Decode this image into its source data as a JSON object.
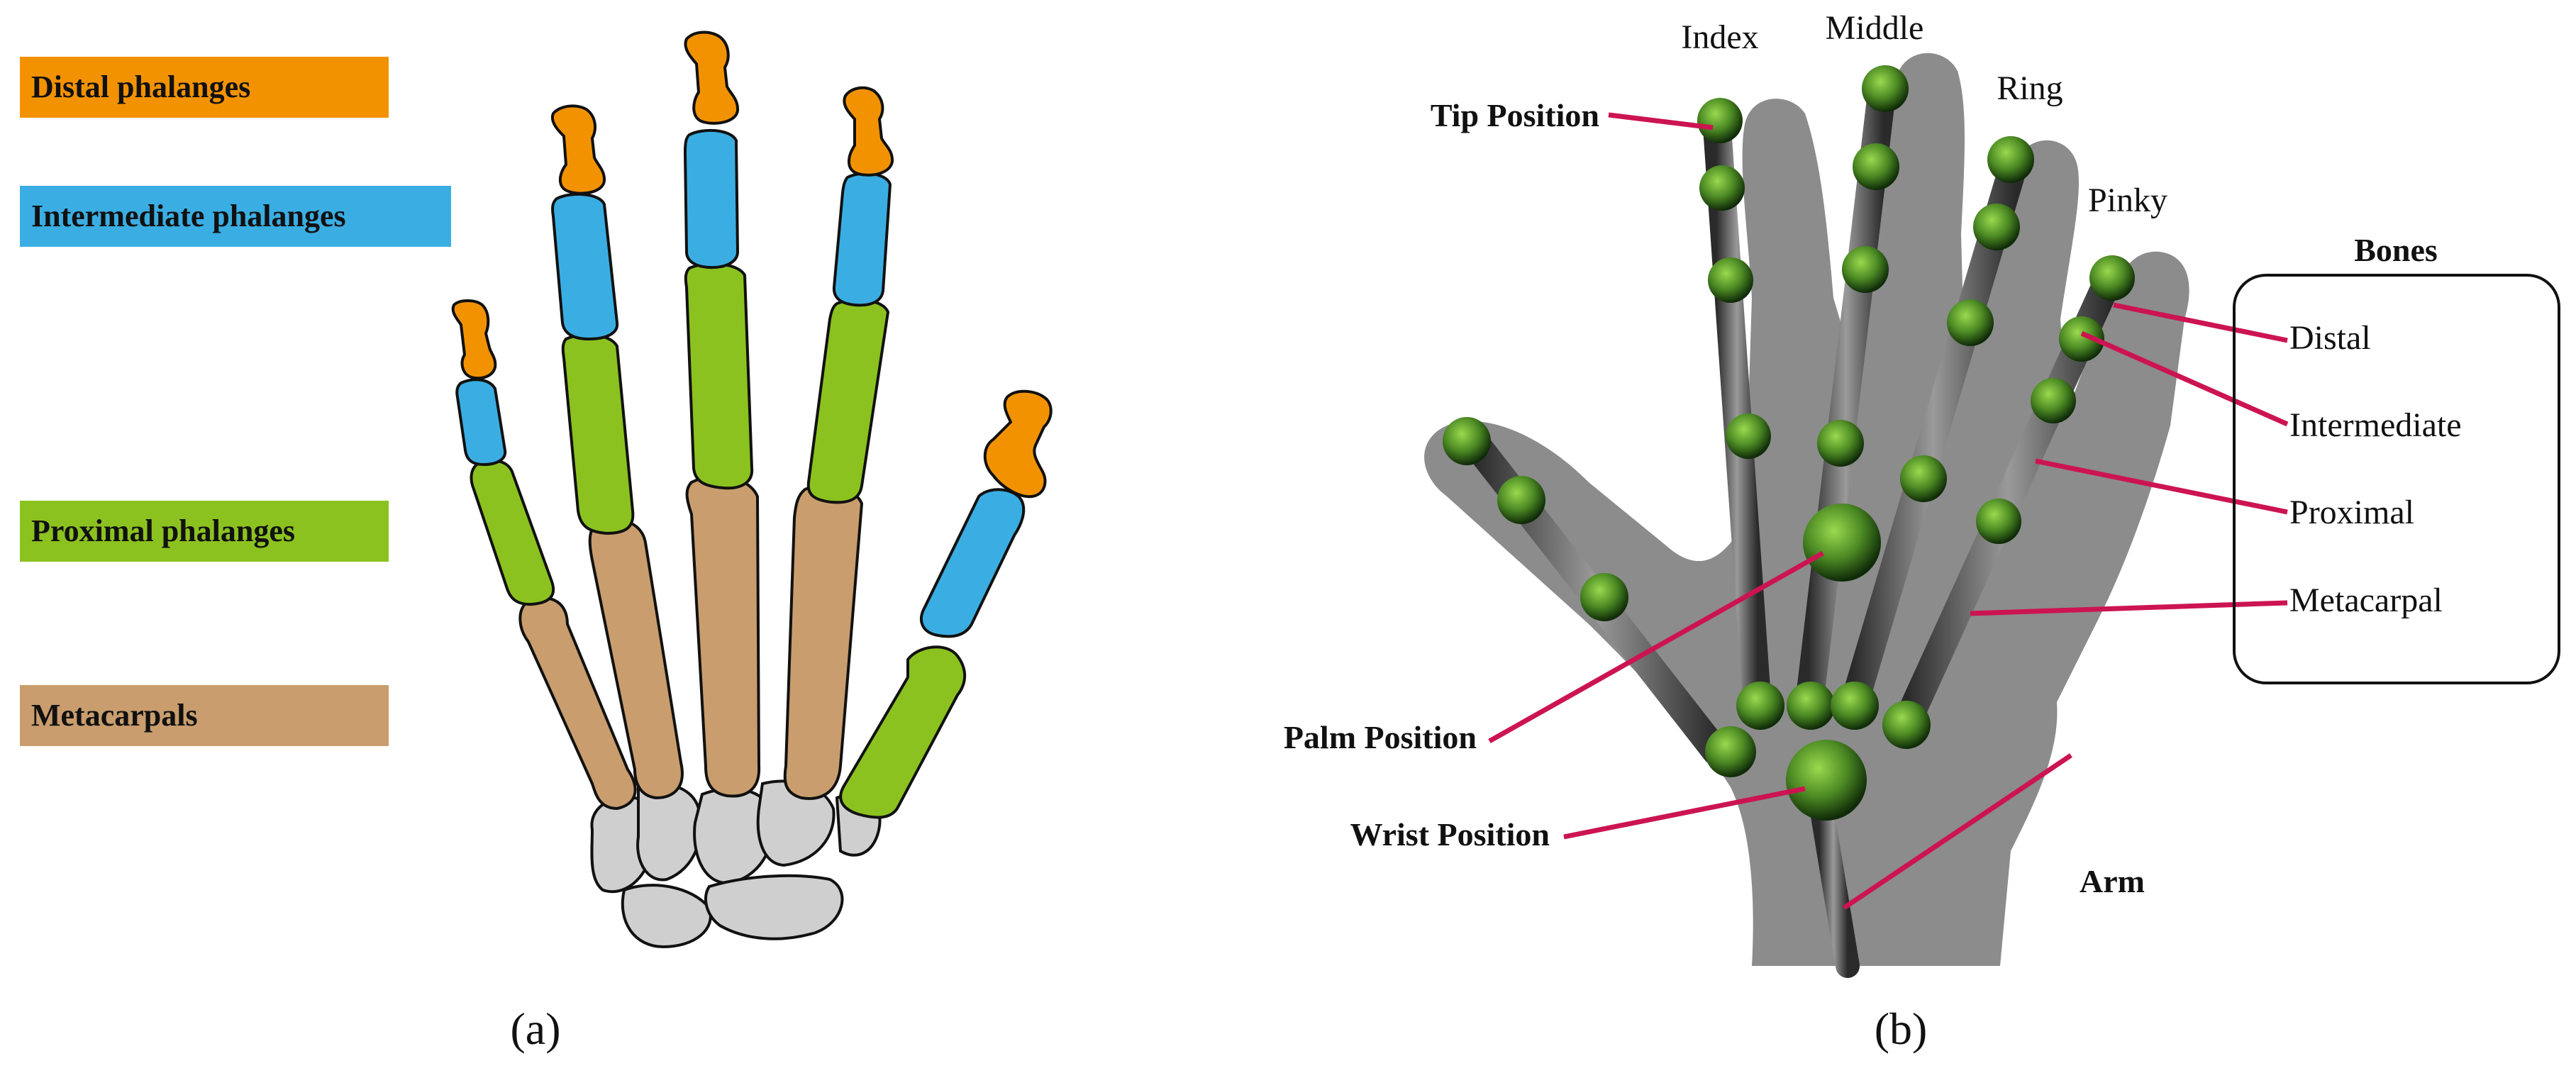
{
  "panel_a": {
    "caption": "(a)",
    "legend": [
      {
        "label": "Distal phalanges",
        "color": "#f39200"
      },
      {
        "label": "Intermediate phalanges",
        "color": "#3aaee3"
      },
      {
        "label": "Proximal phalanges",
        "color": "#8cc21f"
      },
      {
        "label": "Metacarpals",
        "color": "#c99d6d"
      }
    ],
    "carpal_color": "#cfcfcf"
  },
  "panel_b": {
    "caption": "(b)",
    "finger_labels": [
      "Index",
      "Middle",
      "Ring",
      "Pinky"
    ],
    "positions": {
      "tip": "Tip Position",
      "palm": "Palm Position",
      "wrist": "Wrist Position",
      "arm": "Arm"
    },
    "bones_box": {
      "title": "Bones",
      "items": [
        "Distal",
        "Intermediate",
        "Proximal",
        "Metacarpal"
      ]
    },
    "leader_color": "#cc1452",
    "joint_color": "#4c8a24",
    "hand_color": "#8c8c8c"
  }
}
